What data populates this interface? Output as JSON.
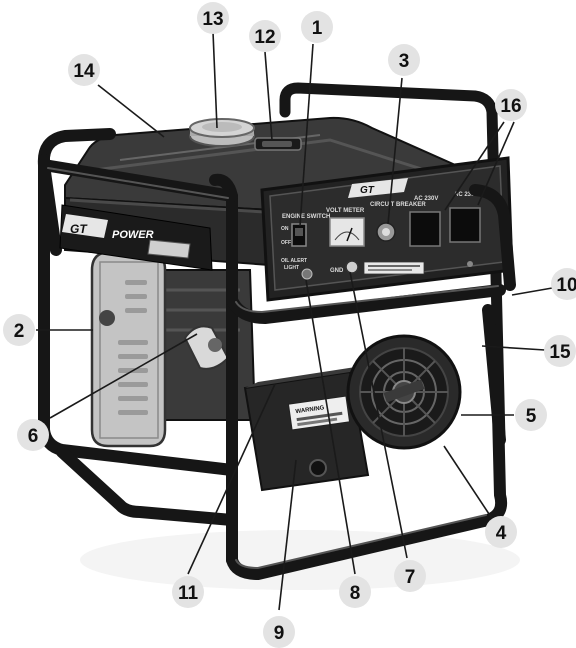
{
  "diagram": {
    "colors": {
      "callout_fill": "#e3e3e3",
      "frame": "#161616",
      "body": "#2e2e2e",
      "panel": "#1f1f1f",
      "engine_grey": "#bfbfbf"
    },
    "panel_labels": {
      "engine_switch": "ENGINE SWITCH",
      "on": "ON",
      "off": "OFF",
      "volt_meter": "VOLT METER",
      "circuit_breaker": "CIRCUIT BREAKER",
      "ac_left": "AC 230V",
      "ac_right": "AC 230V",
      "oil_alert": "OIL ALERT",
      "oil_alert_2": "LIGHT",
      "gnd": "GND",
      "warning_line": "WARNING"
    },
    "brand": {
      "frame_logo": "GT",
      "frame_word": "POWER",
      "panel_logo": "GT"
    },
    "callouts": [
      {
        "number": "1"
      },
      {
        "number": "2"
      },
      {
        "number": "3"
      },
      {
        "number": "4"
      },
      {
        "number": "5"
      },
      {
        "number": "6"
      },
      {
        "number": "7"
      },
      {
        "number": "8"
      },
      {
        "number": "9"
      },
      {
        "number": "10"
      },
      {
        "number": "11"
      },
      {
        "number": "12"
      },
      {
        "number": "13"
      },
      {
        "number": "14"
      },
      {
        "number": "15"
      },
      {
        "number": "16"
      }
    ]
  }
}
